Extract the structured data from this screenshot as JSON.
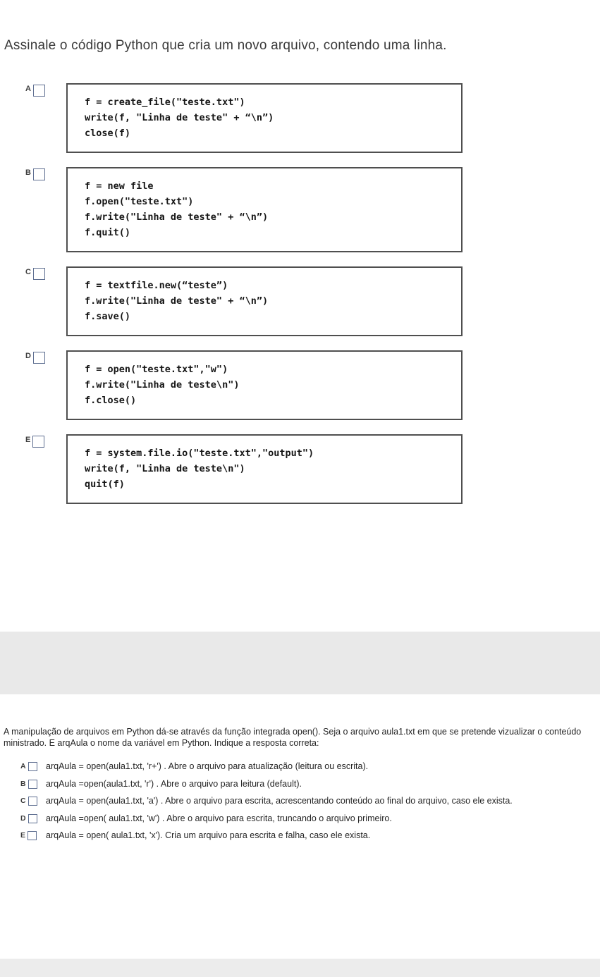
{
  "question1": {
    "title": "Assinale o código Python que cria um novo arquivo, contendo uma linha.",
    "options": [
      {
        "letter": "A",
        "code": "f = create_file(\"teste.txt\")\nwrite(f, \"Linha de teste\" + “\\n”)\nclose(f)"
      },
      {
        "letter": "B",
        "code": "f = new file\nf.open(\"teste.txt\")\nf.write(\"Linha de teste\" + “\\n”)\nf.quit()"
      },
      {
        "letter": "C",
        "code": "f = textfile.new(“teste”)\nf.write(\"Linha de teste\" + “\\n”)\nf.save()"
      },
      {
        "letter": "D",
        "code": "f = open(\"teste.txt\",\"w\")\nf.write(\"Linha de teste\\n\")\nf.close()"
      },
      {
        "letter": "E",
        "code": "f = system.file.io(\"teste.txt\",\"output\")\nwrite(f, \"Linha de teste\\n\")\nquit(f)"
      }
    ]
  },
  "question2": {
    "intro": "A manipulação de arquivos em Python dá-se através da função integrada open(). Seja o arquivo aula1.txt em que se pretende vizualizar o conteúdo ministrado. E arqAula o nome da variável em Python. Indique a resposta correta:",
    "options": [
      {
        "letter": "A",
        "text": "arqAula = open(aula1.txt, 'r+') . Abre o arquivo para atualização (leitura ou escrita)."
      },
      {
        "letter": "B",
        "text": "arqAula =open(aula1.txt, 'r') . Abre o arquivo para leitura (default)."
      },
      {
        "letter": "C",
        "text": "arqAula = open(aula1.txt, 'a') . Abre o arquivo para escrita, acrescentando conteúdo ao final do arquivo, caso ele exista."
      },
      {
        "letter": "D",
        "text": "arqAula =open( aula1.txt, 'w') . Abre o arquivo para escrita, truncando o arquivo primeiro."
      },
      {
        "letter": "E",
        "text": "arqAula = open( aula1.txt, 'x'). Cria um arquivo para escrita e falha, caso ele exista."
      }
    ]
  }
}
